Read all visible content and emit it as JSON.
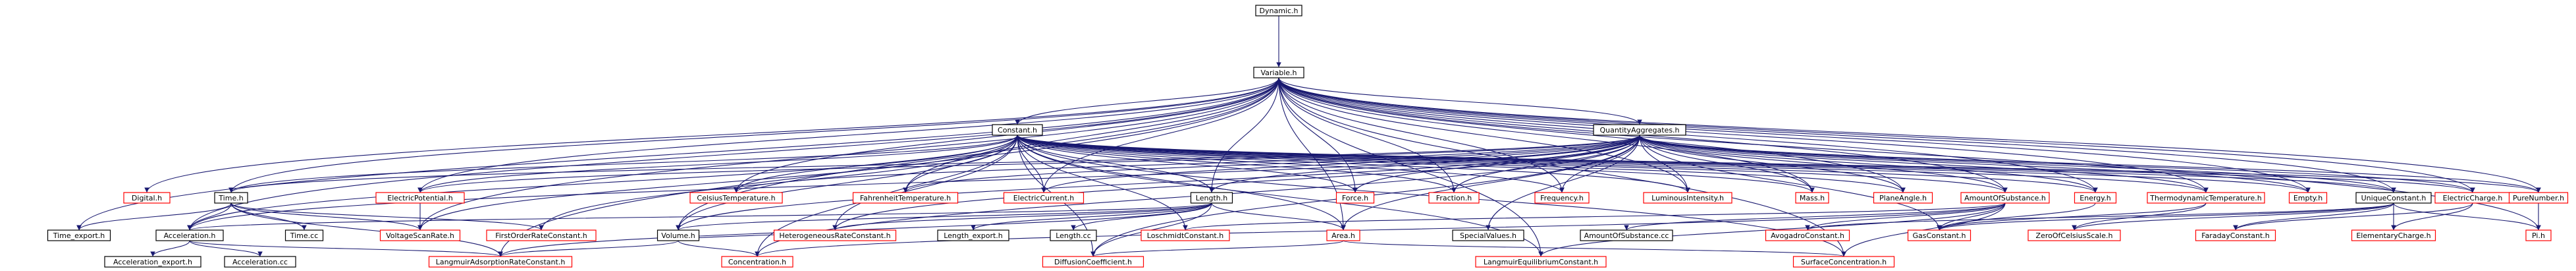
{
  "diagram": {
    "title": "Dynamic.h",
    "colors": {
      "edge": "#191970",
      "border_default": "#000000",
      "border_red": "#ff0000",
      "root_fill": "#bfbfbf"
    },
    "nodes": [
      {
        "id": "dynamic",
        "label": "Dynamic.h",
        "style": "root"
      },
      {
        "id": "variable",
        "label": "Variable.h",
        "style": "black"
      },
      {
        "id": "constant",
        "label": "Constant.h",
        "style": "black"
      },
      {
        "id": "qagg",
        "label": "QuantityAggregates.h",
        "style": "black"
      },
      {
        "id": "digital",
        "label": "Digital.h",
        "style": "red"
      },
      {
        "id": "time",
        "label": "Time.h",
        "style": "black"
      },
      {
        "id": "electricpotential",
        "label": "ElectricPotential.h",
        "style": "red"
      },
      {
        "id": "celsius",
        "label": "CelsiusTemperature.h",
        "style": "red"
      },
      {
        "id": "fahrenheit",
        "label": "FahrenheitTemperature.h",
        "style": "red"
      },
      {
        "id": "electriccurrent",
        "label": "ElectricCurrent.h",
        "style": "red"
      },
      {
        "id": "length",
        "label": "Length.h",
        "style": "black"
      },
      {
        "id": "force",
        "label": "Force.h",
        "style": "red"
      },
      {
        "id": "fraction",
        "label": "Fraction.h",
        "style": "red"
      },
      {
        "id": "frequency",
        "label": "Frequency.h",
        "style": "red"
      },
      {
        "id": "luminous",
        "label": "LuminousIntensity.h",
        "style": "red"
      },
      {
        "id": "mass",
        "label": "Mass.h",
        "style": "red"
      },
      {
        "id": "planeangle",
        "label": "PlaneAngle.h",
        "style": "red"
      },
      {
        "id": "amount",
        "label": "AmountOfSubstance.h",
        "style": "red"
      },
      {
        "id": "energy",
        "label": "Energy.h",
        "style": "red"
      },
      {
        "id": "thermo",
        "label": "ThermodynamicTemperature.h",
        "style": "red"
      },
      {
        "id": "empty",
        "label": "Empty.h",
        "style": "red"
      },
      {
        "id": "uniqueconst",
        "label": "UniqueConstant.h",
        "style": "black"
      },
      {
        "id": "electriccharge",
        "label": "ElectricCharge.h",
        "style": "red"
      },
      {
        "id": "purenumber",
        "label": "PureNumber.h",
        "style": "red"
      },
      {
        "id": "time_export",
        "label": "Time_export.h",
        "style": "black"
      },
      {
        "id": "acceleration",
        "label": "Acceleration.h",
        "style": "black"
      },
      {
        "id": "time_cc",
        "label": "Time.cc",
        "style": "black"
      },
      {
        "id": "voltagescan",
        "label": "VoltageScanRate.h",
        "style": "red"
      },
      {
        "id": "firstorder",
        "label": "FirstOrderRateConstant.h",
        "style": "red"
      },
      {
        "id": "volume",
        "label": "Volume.h",
        "style": "black"
      },
      {
        "id": "heterogeneous",
        "label": "HeterogeneousRateConstant.h",
        "style": "red"
      },
      {
        "id": "length_export",
        "label": "Length_export.h",
        "style": "black"
      },
      {
        "id": "length_cc",
        "label": "Length.cc",
        "style": "black"
      },
      {
        "id": "loschmidt",
        "label": "LoschmidtConstant.h",
        "style": "red"
      },
      {
        "id": "area",
        "label": "Area.h",
        "style": "red"
      },
      {
        "id": "specialvalues",
        "label": "SpecialValues.h",
        "style": "black"
      },
      {
        "id": "amount_cc",
        "label": "AmountOfSubstance.cc",
        "style": "black"
      },
      {
        "id": "avogadro",
        "label": "AvogadroConstant.h",
        "style": "red"
      },
      {
        "id": "gasconstant",
        "label": "GasConstant.h",
        "style": "red"
      },
      {
        "id": "zerocelsius",
        "label": "ZeroOfCelsiusScale.h",
        "style": "red"
      },
      {
        "id": "faraday",
        "label": "FaradayConstant.h",
        "style": "red"
      },
      {
        "id": "elementary",
        "label": "ElementaryCharge.h",
        "style": "red"
      },
      {
        "id": "pi",
        "label": "Pi.h",
        "style": "red"
      },
      {
        "id": "acceleration_export",
        "label": "Acceleration_export.h",
        "style": "black"
      },
      {
        "id": "acceleration_cc",
        "label": "Acceleration.cc",
        "style": "black"
      },
      {
        "id": "langmuir_ads",
        "label": "LangmuirAdsorptionRateConstant.h",
        "style": "red"
      },
      {
        "id": "concentration",
        "label": "Concentration.h",
        "style": "red"
      },
      {
        "id": "diffusion",
        "label": "DiffusionCoefficient.h",
        "style": "red"
      },
      {
        "id": "langmuir_eq",
        "label": "LangmuirEquilibriumConstant.h",
        "style": "red"
      },
      {
        "id": "surfaceconc",
        "label": "SurfaceConcentration.h",
        "style": "red"
      }
    ],
    "edges": [
      [
        "dynamic",
        "variable"
      ],
      [
        "variable",
        "constant"
      ],
      [
        "variable",
        "qagg"
      ],
      [
        "variable",
        "digital"
      ],
      [
        "variable",
        "time"
      ],
      [
        "variable",
        "electricpotential"
      ],
      [
        "variable",
        "celsius"
      ],
      [
        "variable",
        "fahrenheit"
      ],
      [
        "variable",
        "electriccurrent"
      ],
      [
        "variable",
        "length"
      ],
      [
        "variable",
        "force"
      ],
      [
        "variable",
        "fraction"
      ],
      [
        "variable",
        "frequency"
      ],
      [
        "variable",
        "luminous"
      ],
      [
        "variable",
        "mass"
      ],
      [
        "variable",
        "planeangle"
      ],
      [
        "variable",
        "amount"
      ],
      [
        "variable",
        "energy"
      ],
      [
        "variable",
        "thermo"
      ],
      [
        "variable",
        "empty"
      ],
      [
        "variable",
        "uniqueconst"
      ],
      [
        "variable",
        "electriccharge"
      ],
      [
        "variable",
        "purenumber"
      ],
      [
        "variable",
        "time_export"
      ],
      [
        "variable",
        "acceleration"
      ],
      [
        "variable",
        "voltagescan"
      ],
      [
        "variable",
        "volume"
      ],
      [
        "variable",
        "area"
      ],
      [
        "variable",
        "pi"
      ],
      [
        "variable",
        "langmuir_ads"
      ],
      [
        "variable",
        "surfaceconc"
      ],
      [
        "variable",
        "langmuir_eq"
      ],
      [
        "constant",
        "time"
      ],
      [
        "constant",
        "electricpotential"
      ],
      [
        "constant",
        "celsius"
      ],
      [
        "constant",
        "fahrenheit"
      ],
      [
        "constant",
        "electriccurrent"
      ],
      [
        "constant",
        "length"
      ],
      [
        "constant",
        "force"
      ],
      [
        "constant",
        "fraction"
      ],
      [
        "constant",
        "frequency"
      ],
      [
        "constant",
        "luminous"
      ],
      [
        "constant",
        "mass"
      ],
      [
        "constant",
        "planeangle"
      ],
      [
        "constant",
        "amount"
      ],
      [
        "constant",
        "energy"
      ],
      [
        "constant",
        "thermo"
      ],
      [
        "constant",
        "empty"
      ],
      [
        "constant",
        "uniqueconst"
      ],
      [
        "constant",
        "electriccharge"
      ],
      [
        "constant",
        "purenumber"
      ],
      [
        "constant",
        "acceleration"
      ],
      [
        "constant",
        "voltagescan"
      ],
      [
        "constant",
        "firstorder"
      ],
      [
        "constant",
        "volume"
      ],
      [
        "constant",
        "heterogeneous"
      ],
      [
        "constant",
        "loschmidt"
      ],
      [
        "constant",
        "area"
      ],
      [
        "constant",
        "concentration"
      ],
      [
        "constant",
        "diffusion"
      ],
      [
        "constant",
        "langmuir_eq"
      ],
      [
        "constant",
        "surfaceconc"
      ],
      [
        "qagg",
        "time"
      ],
      [
        "qagg",
        "electricpotential"
      ],
      [
        "qagg",
        "celsius"
      ],
      [
        "qagg",
        "fahrenheit"
      ],
      [
        "qagg",
        "electriccurrent"
      ],
      [
        "qagg",
        "length"
      ],
      [
        "qagg",
        "force"
      ],
      [
        "qagg",
        "fraction"
      ],
      [
        "qagg",
        "frequency"
      ],
      [
        "qagg",
        "luminous"
      ],
      [
        "qagg",
        "mass"
      ],
      [
        "qagg",
        "planeangle"
      ],
      [
        "qagg",
        "amount"
      ],
      [
        "qagg",
        "energy"
      ],
      [
        "qagg",
        "thermo"
      ],
      [
        "qagg",
        "empty"
      ],
      [
        "qagg",
        "uniqueconst"
      ],
      [
        "qagg",
        "electriccharge"
      ],
      [
        "qagg",
        "purenumber"
      ],
      [
        "qagg",
        "acceleration"
      ],
      [
        "qagg",
        "volume"
      ],
      [
        "qagg",
        "heterogeneous"
      ],
      [
        "qagg",
        "specialvalues"
      ],
      [
        "qagg",
        "area"
      ],
      [
        "qagg",
        "gasconstant"
      ],
      [
        "qagg",
        "concentration"
      ],
      [
        "qagg",
        "diffusion"
      ],
      [
        "time",
        "time_export"
      ],
      [
        "time",
        "acceleration"
      ],
      [
        "time",
        "time_cc"
      ],
      [
        "time",
        "voltagescan"
      ],
      [
        "time",
        "firstorder"
      ],
      [
        "time",
        "langmuir_ads"
      ],
      [
        "electricpotential",
        "voltagescan"
      ],
      [
        "length",
        "acceleration"
      ],
      [
        "length",
        "volume"
      ],
      [
        "length",
        "heterogeneous"
      ],
      [
        "length",
        "length_export"
      ],
      [
        "length",
        "length_cc"
      ],
      [
        "length",
        "area"
      ],
      [
        "length",
        "diffusion"
      ],
      [
        "length",
        "langmuir_ads"
      ],
      [
        "amount",
        "loschmidt"
      ],
      [
        "amount",
        "avogadro"
      ],
      [
        "amount",
        "gasconstant"
      ],
      [
        "amount",
        "amount_cc"
      ],
      [
        "amount",
        "concentration"
      ],
      [
        "amount",
        "langmuir_eq"
      ],
      [
        "amount",
        "surfaceconc"
      ],
      [
        "energy",
        "gasconstant"
      ],
      [
        "thermo",
        "gasconstant"
      ],
      [
        "thermo",
        "zerocelsius"
      ],
      [
        "uniqueconst",
        "avogadro"
      ],
      [
        "uniqueconst",
        "gasconstant"
      ],
      [
        "uniqueconst",
        "zerocelsius"
      ],
      [
        "uniqueconst",
        "faraday"
      ],
      [
        "uniqueconst",
        "elementary"
      ],
      [
        "uniqueconst",
        "pi"
      ],
      [
        "electriccharge",
        "elementary"
      ],
      [
        "electriccharge",
        "faraday"
      ],
      [
        "purenumber",
        "pi"
      ],
      [
        "acceleration",
        "acceleration_export"
      ],
      [
        "acceleration",
        "acceleration_cc"
      ],
      [
        "acceleration",
        "langmuir_ads"
      ],
      [
        "volume",
        "langmuir_ads"
      ],
      [
        "volume",
        "concentration"
      ],
      [
        "volume",
        "heterogeneous"
      ],
      [
        "area",
        "diffusion"
      ],
      [
        "area",
        "surfaceconc"
      ]
    ]
  }
}
